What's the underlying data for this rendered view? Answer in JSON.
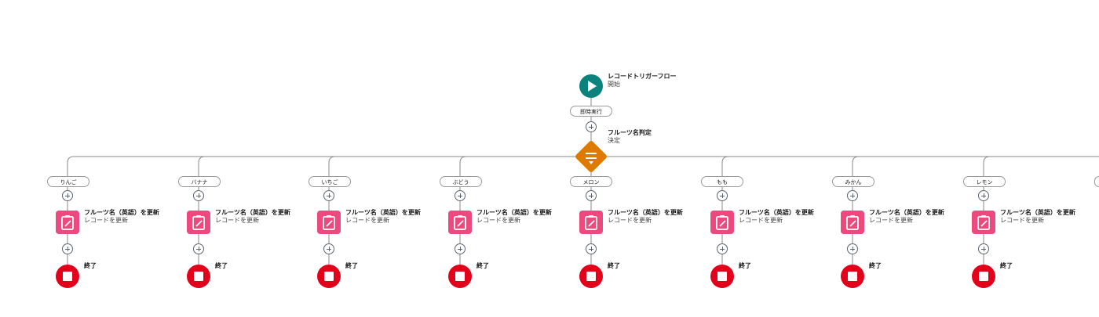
{
  "flow": {
    "start": {
      "title": "レコードトリガーフロー",
      "subtitle": "開始"
    },
    "run_label": "即時実行",
    "decision": {
      "title": "フルーツ名判定",
      "subtitle": "決定"
    },
    "branches": [
      {
        "label": "りんご",
        "action_title": "フルーツ名（英語）を更新",
        "action_subtitle": "レコードを更新",
        "end_label": "終了"
      },
      {
        "label": "バナナ",
        "action_title": "フルーツ名（英語）を更新",
        "action_subtitle": "レコードを更新",
        "end_label": "終了"
      },
      {
        "label": "いちご",
        "action_title": "フルーツ名（英語）を更新",
        "action_subtitle": "レコードを更新",
        "end_label": "終了"
      },
      {
        "label": "ぶどう",
        "action_title": "フルーツ名（英語）を更新",
        "action_subtitle": "レコードを更新",
        "end_label": "終了"
      },
      {
        "label": "メロン",
        "action_title": "フルーツ名（英語）を更新",
        "action_subtitle": "レコードを更新",
        "end_label": "終了"
      },
      {
        "label": "もも",
        "action_title": "フルーツ名（英語）を更新",
        "action_subtitle": "レコードを更新",
        "end_label": "終了"
      },
      {
        "label": "みかん",
        "action_title": "フルーツ名（英語）を更新",
        "action_subtitle": "レコードを更新",
        "end_label": "終了"
      },
      {
        "label": "レモン",
        "action_title": "フルーツ名（英語）を更新",
        "action_subtitle": "レコードを更新",
        "end_label": "終了"
      }
    ],
    "icons": {
      "start": "play-icon",
      "decision": "decision-icon",
      "action": "update-records-icon",
      "end": "stop-icon",
      "add": "add-element-icon"
    },
    "colors": {
      "start": "#0b827c",
      "decision": "#dd7a01",
      "action": "#ec4a7e",
      "end": "#e3001b",
      "connector": "#8a8a8a"
    }
  }
}
